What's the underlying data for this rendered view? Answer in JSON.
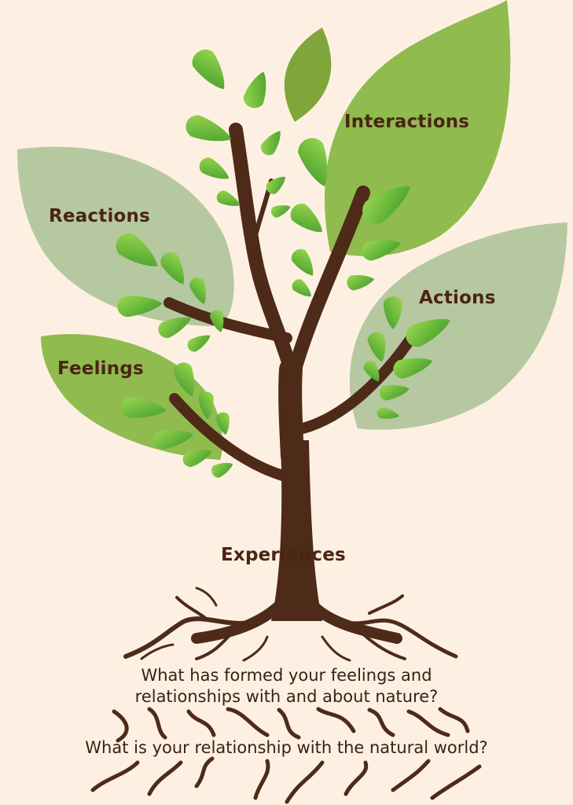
{
  "labels": {
    "interactions": "Interactions",
    "reactions": "Reactions",
    "actions": "Actions",
    "feelings": "Feelings",
    "experiences": "Experiences"
  },
  "questions": {
    "q1_line1": "What has formed your feelings and",
    "q1_line2": "relationships with and about nature?",
    "q2": "What is your relationship with the natural world?"
  },
  "colors": {
    "background": "#fdf0e2",
    "trunk": "#4e2a19",
    "leaf_bright": "#72c13a",
    "leaf_olive": "#8bb64c",
    "leaf_sage": "#b5c79d",
    "text": "#4a2412"
  }
}
